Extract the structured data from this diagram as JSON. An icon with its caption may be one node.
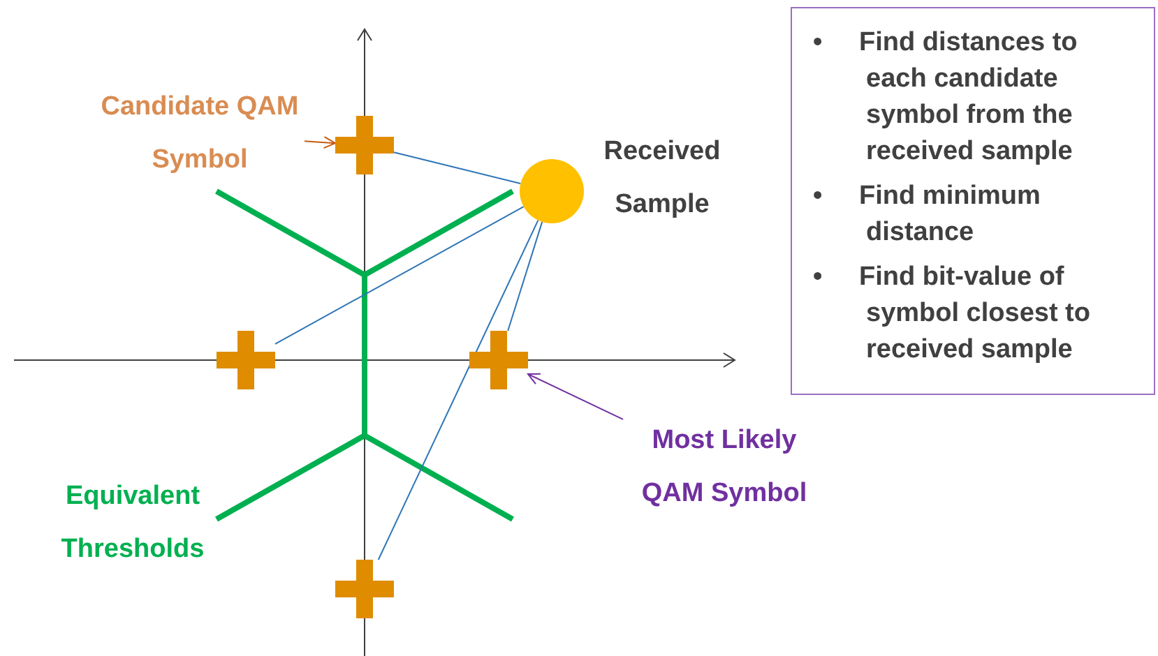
{
  "diagram": {
    "nodes": [
      {
        "text": [
          "•     Find distances to each candidate symbol from the received sample",
          "•     Find minimum distance",
          "•     Find bit-value of symbol closest to received sample"
        ]
      },
      {
        "text": [
          "Candidate QAM Symbol"
        ]
      },
      {
        "text": [],
        "shape": "cross"
      },
      {
        "text": [],
        "shape": "circle",
        "beside": [
          "Received Sample"
        ]
      },
      {
        "text": [],
        "shape": "cross"
      },
      {
        "text": [],
        "shape": "cross"
      },
      {
        "text": [
          "Most Likely QAM Symbol"
        ]
      },
      {
        "text": [],
        "shape": "cross"
      }
    ],
    "edges": [
      {
        "from": 1,
        "to": 2,
        "arrow": "to",
        "color": "#c55a11"
      },
      {
        "from": 3,
        "to": 2,
        "arrow": "none"
      },
      {
        "from": 3,
        "to": 4,
        "arrow": "none"
      },
      {
        "from": 3,
        "to": 5,
        "arrow": "none"
      },
      {
        "from": 3,
        "to": 7,
        "arrow": "none"
      },
      {
        "from": 6,
        "to": 5,
        "arrow": "to",
        "color": "#7030a0"
      }
    ],
    "labels": [
      "Equivalent Thresholds"
    ]
  }
}
